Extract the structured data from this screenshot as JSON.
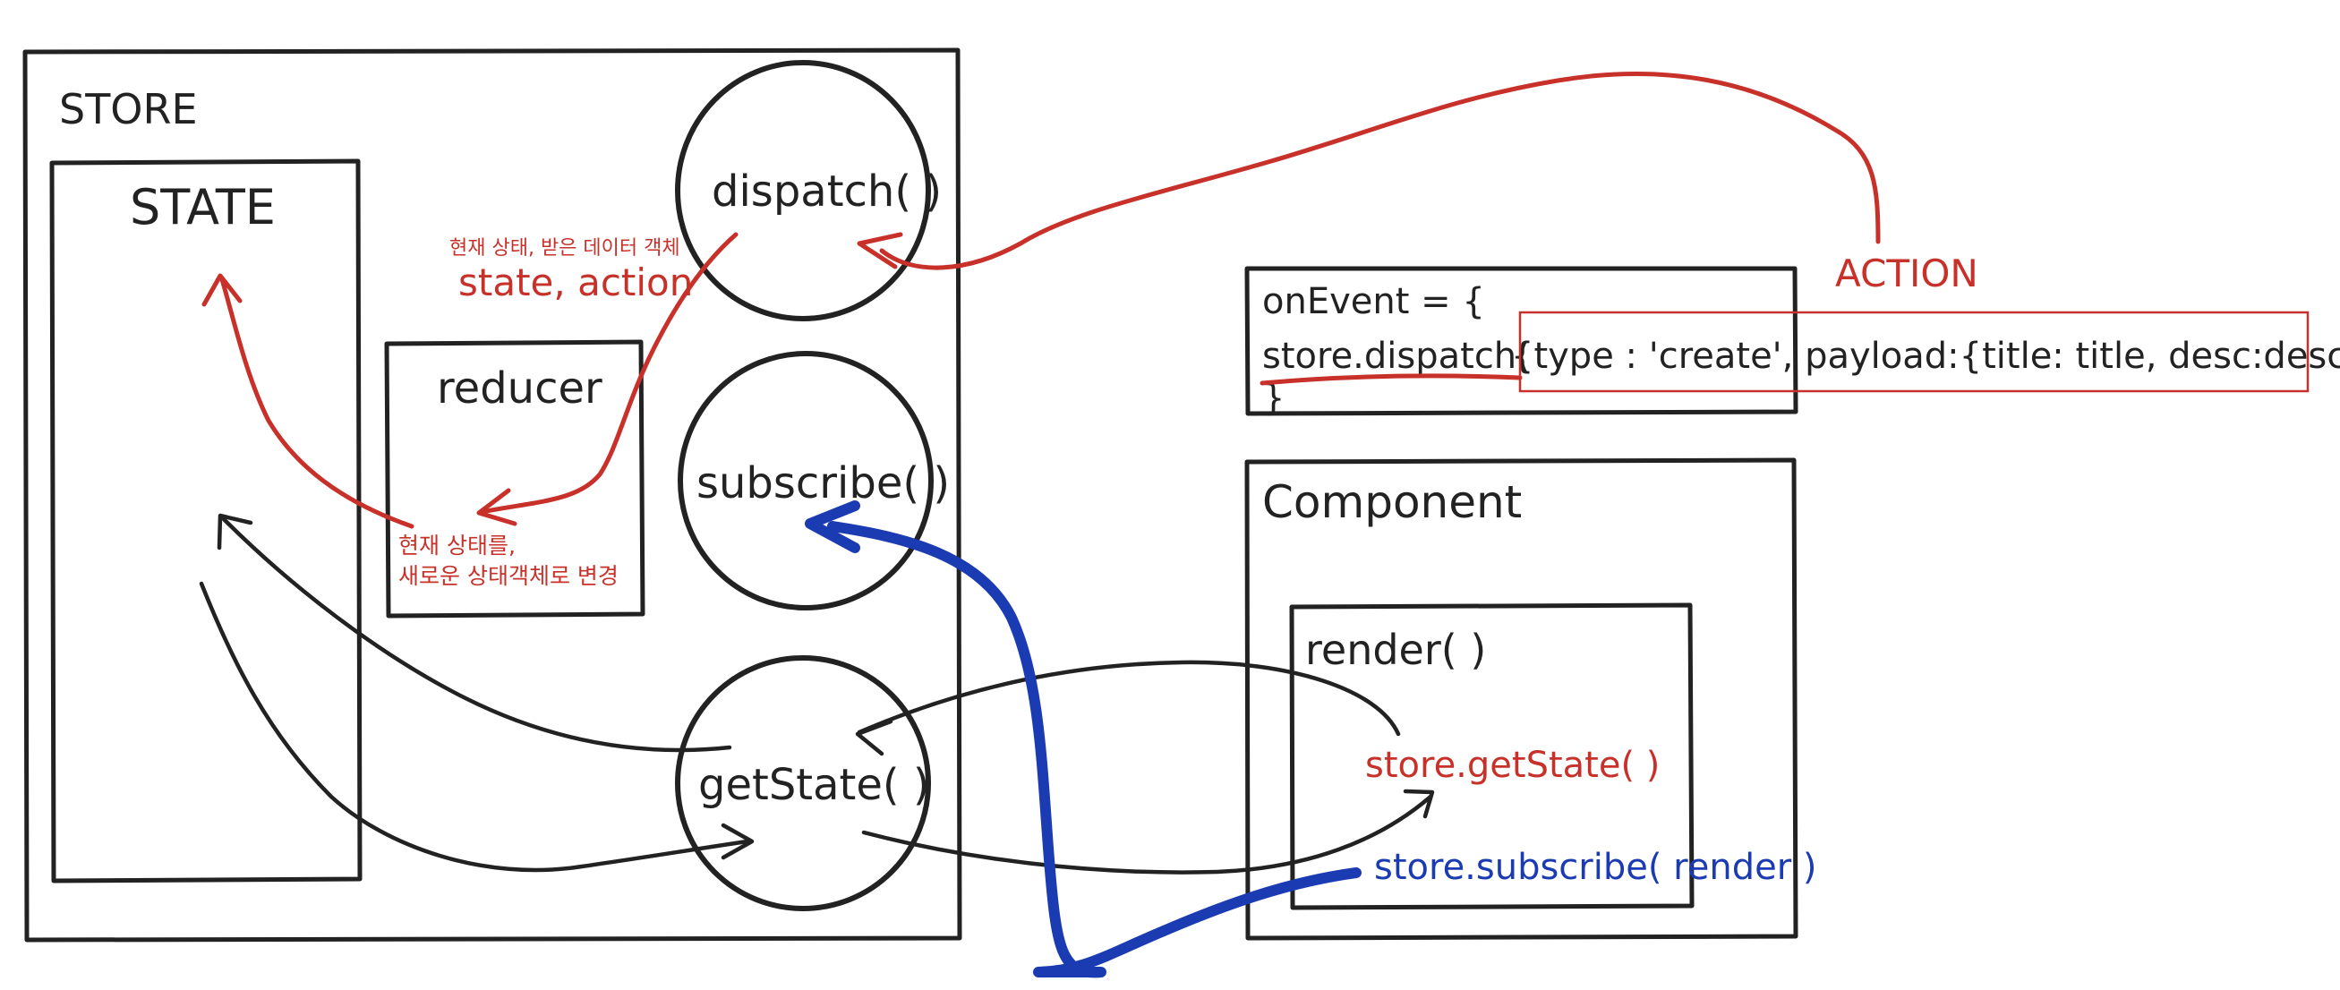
{
  "store": {
    "title": "STORE",
    "state_title": "STATE",
    "reducer_label": "reducer",
    "dispatch_label": "dispatch( )",
    "subscribe_label": "subscribe( )",
    "getstate_label": "getState( )"
  },
  "annotations": {
    "dispatch_note_small": "현재 상태, 받은 데이터 객체",
    "dispatch_note_main": "state, action",
    "reducer_note_line1": "현재 상태를,",
    "reducer_note_line2": "새로운 상태객체로 변경",
    "action_label": "ACTION"
  },
  "event_box": {
    "line1": "onEvent = {",
    "line2_call": "store.dispatch(",
    "line2_payload": "{type : 'create', payload:{title: title, desc:desc}})",
    "line3": "}"
  },
  "component": {
    "title": "Component",
    "render_label": "render( )",
    "getstate_call": "store.getState( )",
    "subscribe_call": "store.subscribe( render )"
  },
  "colors": {
    "ink": "#222222",
    "red": "#c8312a",
    "blue": "#1b3bb3"
  }
}
